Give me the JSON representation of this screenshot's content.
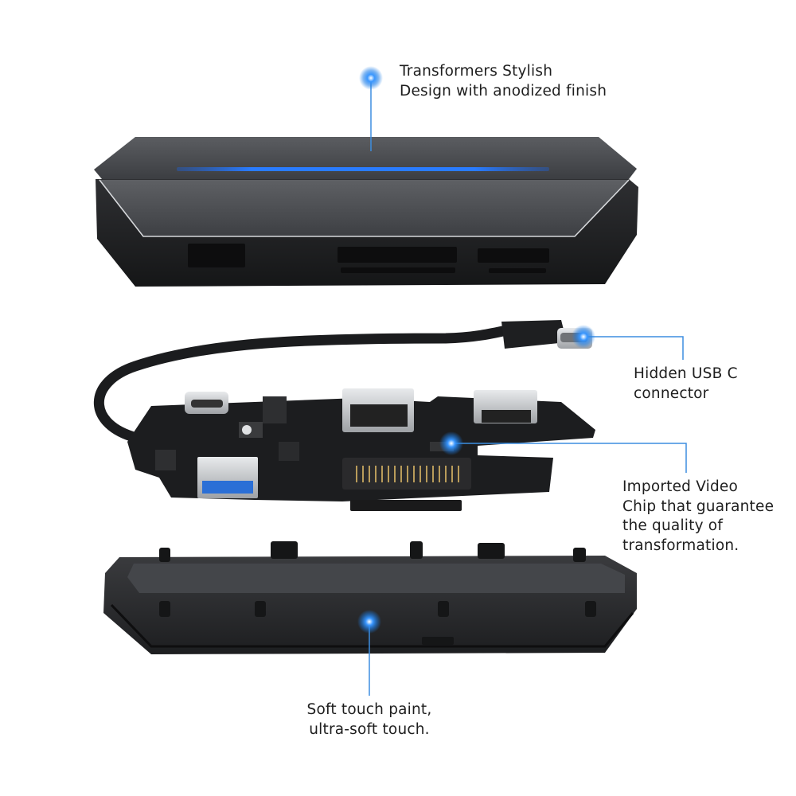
{
  "callouts": {
    "top": {
      "line1": "Transformers Stylish",
      "line2": "Design with anodized finish"
    },
    "usb": {
      "line1": "Hidden USB C",
      "line2": "connector"
    },
    "chip": {
      "line1": "Imported Video",
      "line2": "Chip that guarantee",
      "line3": "the quality of",
      "line4": "transformation."
    },
    "bottom": {
      "line1": "Soft touch paint,",
      "line2": "ultra-soft touch."
    }
  },
  "colors": {
    "accent_blue": "#1f7fe8",
    "callout_line": "#3d8ee0",
    "housing_dark": "#2a2b2e",
    "housing_top": "#4a4c50",
    "pcb": "#1c1d1f",
    "port_silver": "#c9cbce",
    "usb_blue": "#2b6fd6"
  },
  "icons": {
    "callout_marker": "glowing-blue-dot-icon"
  }
}
